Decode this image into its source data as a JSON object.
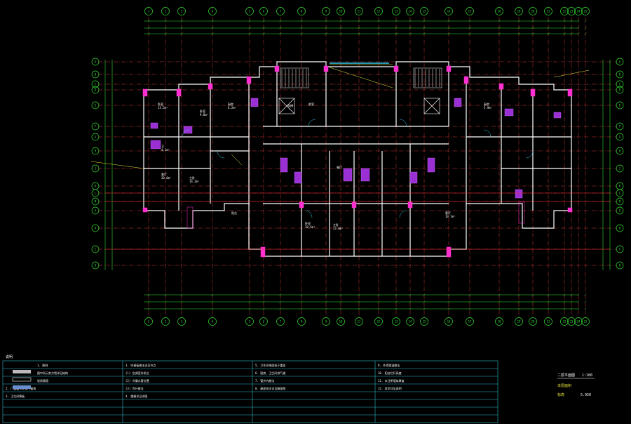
{
  "drawing": {
    "title": "二层平面图",
    "scale": "1:100",
    "area_label": "本层面积",
    "elevation_label": "标高",
    "elevation": "5.950",
    "grid_labels": [
      "1",
      "2",
      "3",
      "4",
      "5",
      "6",
      "7",
      "8",
      "9",
      "10",
      "11",
      "12",
      "13",
      "14",
      "15",
      "16",
      "17",
      "18",
      "19",
      "20",
      "21",
      "22",
      "23",
      "24",
      "25"
    ],
    "row_labels": [
      "A",
      "B",
      "C",
      "D",
      "E",
      "F",
      "G",
      "H",
      "J",
      "K",
      "L",
      "M"
    ],
    "rooms": [
      {
        "name": "卧室",
        "area": "13.5m²"
      },
      {
        "name": "卧室",
        "area": "9.8m²"
      },
      {
        "name": "厨房",
        "area": "6.2m²"
      },
      {
        "name": "客厅",
        "area": "20.6m²"
      },
      {
        "name": "主卧",
        "area": "14.2m²"
      },
      {
        "name": "卫",
        "area": "4.1m²"
      },
      {
        "name": "电梯",
        "area": ""
      },
      {
        "name": "前室",
        "area": ""
      },
      {
        "name": "餐厅",
        "area": ""
      },
      {
        "name": "阳台",
        "area": ""
      },
      {
        "name": "卧室",
        "area": "10.5m²"
      },
      {
        "name": "主卧",
        "area": "13.8m²"
      },
      {
        "name": "客厅",
        "area": "19.7m²"
      },
      {
        "name": "厨房",
        "area": "5.9m²"
      }
    ]
  },
  "notes": {
    "heading": "说明",
    "columns": [
      [
        "1. 图例",
        "图中所示剪力墙详见结构",
        "轻质隔墙",
        "2. 门窗编号详见门窗表",
        "3. 卫生间降板"
      ],
      [
        "3. 空调板做法详见节点",
        "(1) 空调室外机位",
        "(2) 冷凝水管位置",
        "(3) 百叶做法",
        "4. 楼梯详见详图"
      ],
      [
        "5. 卫生间地面低于楼面",
        "6. 厨房、卫生间排气道",
        "7. 管井内做法",
        "8. 屋面排水详见屋面图"
      ],
      [
        "9. 外墙保温做法",
        "10. 阳台栏杆高度",
        "11. 未注明墙体厚度",
        "12. 其余详见说明"
      ]
    ]
  }
}
